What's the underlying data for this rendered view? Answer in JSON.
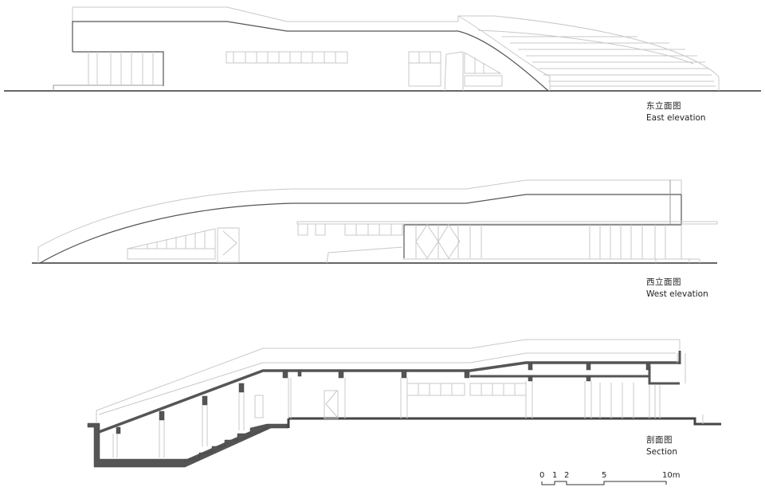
{
  "drawings": [
    {
      "id": "east",
      "title_cn": "东立面图",
      "title_en": "East elevation"
    },
    {
      "id": "west",
      "title_cn": "西立面图",
      "title_en": "West elevation"
    },
    {
      "id": "section",
      "title_cn": "剖面图",
      "title_en": "Section"
    }
  ],
  "scale_bar": {
    "ticks": [
      "0",
      "1",
      "2",
      "5",
      "10m"
    ]
  },
  "colors": {
    "line_light": "#c8c8c8",
    "line_dark": "#555555",
    "cut_fill": "#555555",
    "ground": "#333333"
  }
}
